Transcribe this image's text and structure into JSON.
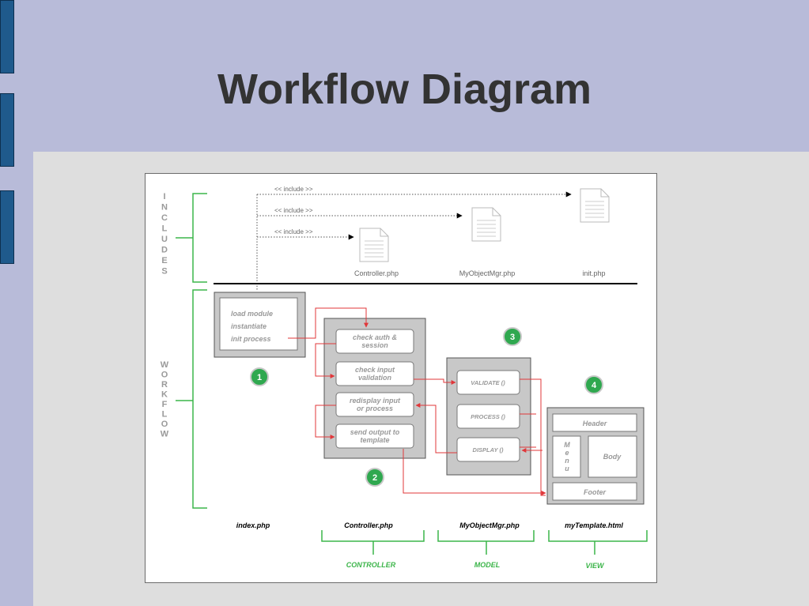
{
  "title": "Workflow Diagram",
  "diagram": {
    "side_labels": {
      "includes": "INCLUDES",
      "workflow": "WORKFLOW"
    },
    "include_label": "<< include >>",
    "include_files": [
      "Controller.php",
      "MyObjectMgr.php",
      "init.php"
    ],
    "index_box": {
      "lines": [
        "load module",
        "instantiate",
        "init process"
      ],
      "filename": "index.php",
      "step": "1"
    },
    "controller": {
      "items": [
        [
          "check auth &",
          "session"
        ],
        [
          "check input",
          "validation"
        ],
        [
          "redisplay input",
          "or process"
        ],
        [
          "send output to",
          "template"
        ]
      ],
      "filename": "Controller.php",
      "step": "2"
    },
    "model": {
      "items": [
        "VALIDATE ()",
        "PROCESS ()",
        "DISPLAY ()"
      ],
      "filename": "MyObjectMgr.php",
      "step": "3"
    },
    "view": {
      "header": "Header",
      "menu": "Menu",
      "body": "Body",
      "footer": "Footer",
      "filename": "myTemplate.html",
      "step": "4"
    },
    "layers": [
      "CONTROLLER",
      "MODEL",
      "VIEW"
    ],
    "colors": {
      "bracket": "#3cb54a",
      "arrow": "#e0373a",
      "badge": "#2fa84f",
      "box_gray": "#c8c8c8",
      "text_gray": "#9a9a9a"
    }
  }
}
